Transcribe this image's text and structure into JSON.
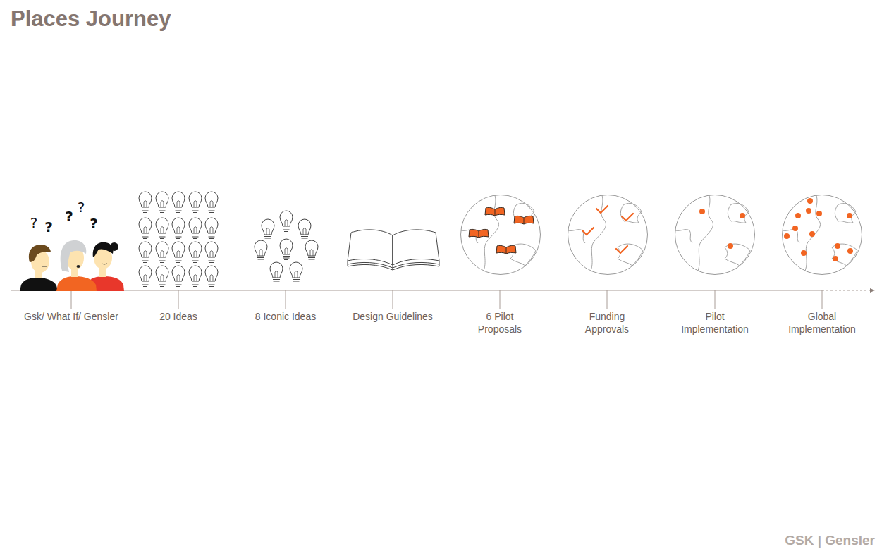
{
  "diagram": {
    "title": "Places Journey",
    "labels": [
      "?",
      "?",
      "?",
      "?",
      "?",
      "Gsk/ What If/ Gensler",
      "20 Ideas",
      "8 Iconic Ideas",
      "Design Guidelines",
      "6 Pilot Proposals",
      "Funding Approvals",
      "Pilot Implementation",
      "Global Implementation",
      "GSK | Gensler"
    ]
  }
}
